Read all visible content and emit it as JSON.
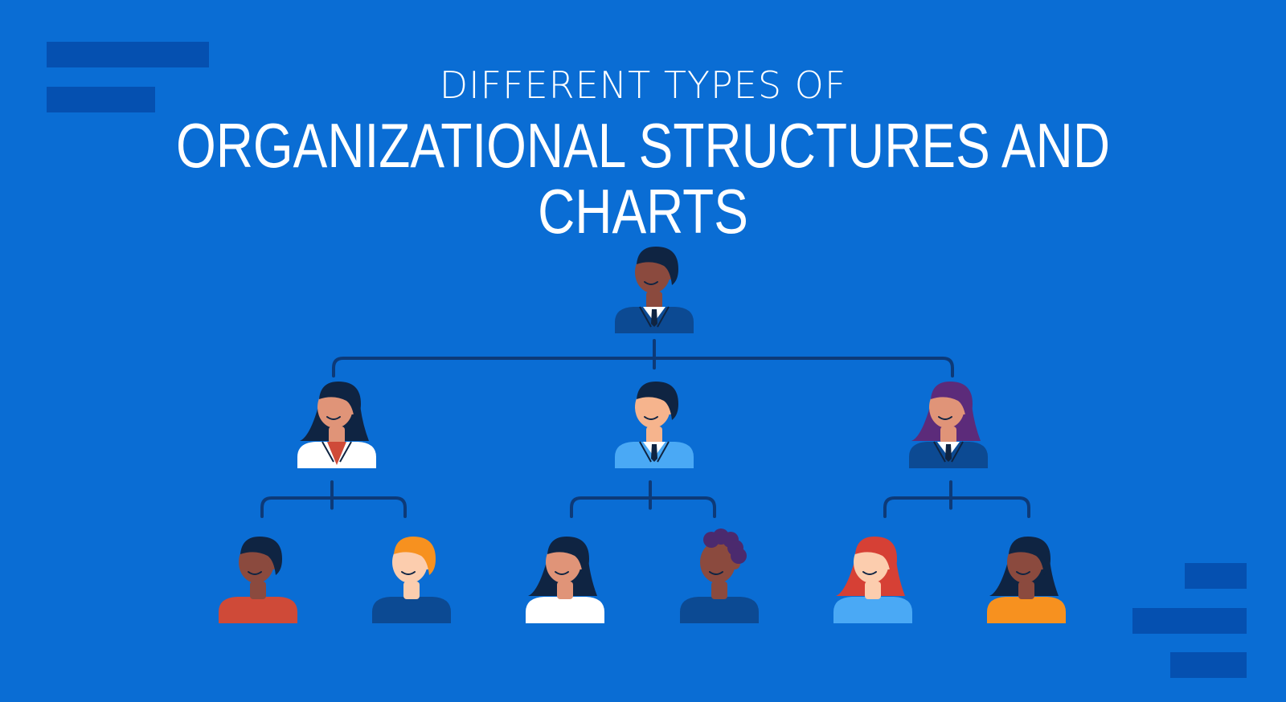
{
  "title": {
    "line1": "DIFFERENT TYPES OF",
    "line2": "ORGANIZATIONAL STRUCTURES AND CHARTS"
  },
  "colors": {
    "background": "#0a6dd4",
    "decor": "#0550b0",
    "connector": "#0d3a78",
    "text": "#ffffff"
  },
  "org_chart": {
    "levels": [
      {
        "level": 1,
        "people": [
          {
            "id": "ceo",
            "hair": "#0f2442",
            "skin": "#8b4a3e",
            "shirt": "#0c4a93",
            "attire": "suit"
          }
        ]
      },
      {
        "level": 2,
        "people": [
          {
            "id": "manager-left",
            "hair": "#0f2442",
            "skin": "#e09478",
            "shirt": "#ffffff",
            "attire": "blazer-long-hair"
          },
          {
            "id": "manager-center",
            "hair": "#0f2442",
            "skin": "#f6b48d",
            "shirt": "#4aa9f5",
            "attire": "suit"
          },
          {
            "id": "manager-right",
            "hair": "#5c2b7a",
            "skin": "#e09478",
            "shirt": "#0c4a93",
            "attire": "suit-long-hair"
          }
        ]
      },
      {
        "level": 3,
        "people": [
          {
            "id": "staff-1",
            "hair": "#0f2442",
            "skin": "#8b4a3e",
            "shirt": "#cf4a38",
            "attire": "tee"
          },
          {
            "id": "staff-2",
            "hair": "#f7911f",
            "skin": "#fccdae",
            "shirt": "#0c4a93",
            "attire": "tee"
          },
          {
            "id": "staff-3",
            "hair": "#0f2442",
            "skin": "#e09478",
            "shirt": "#ffffff",
            "attire": "tee-long-hair"
          },
          {
            "id": "staff-4",
            "hair": "#4b2a6e",
            "skin": "#8b4a3e",
            "shirt": "#0c4a93",
            "attire": "tee-curly"
          },
          {
            "id": "staff-5",
            "hair": "#d64035",
            "skin": "#fccdae",
            "shirt": "#4aa9f5",
            "attire": "tee-long-hair"
          },
          {
            "id": "staff-6",
            "hair": "#0f2442",
            "skin": "#8b4a3e",
            "shirt": "#f7911f",
            "attire": "tee-long-hair"
          }
        ]
      }
    ],
    "reports_to": {
      "manager-left": "ceo",
      "manager-center": "ceo",
      "manager-right": "ceo",
      "staff-1": "manager-left",
      "staff-2": "manager-left",
      "staff-3": "manager-center",
      "staff-4": "manager-center",
      "staff-5": "manager-right",
      "staff-6": "manager-right"
    }
  }
}
